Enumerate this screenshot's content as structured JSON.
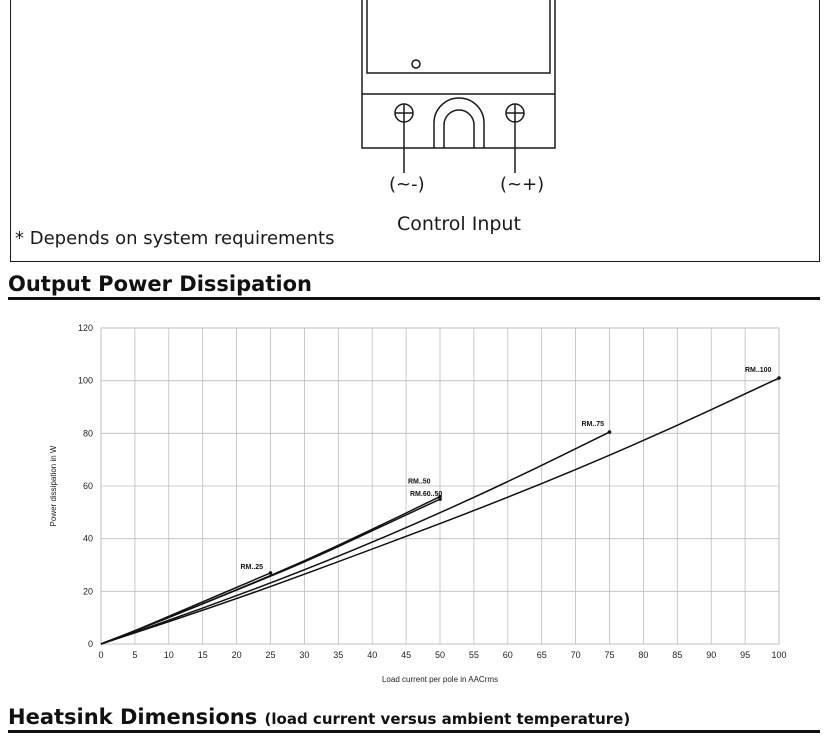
{
  "top_figure": {
    "terminal_left_label": "(~-)",
    "terminal_right_label": "(~+)",
    "control_input_label": "Control Input",
    "footnote": "* Depends on system requirements"
  },
  "sections": {
    "output_power_title": "Output Power Dissipation",
    "heatsink_title": "Heatsink Dimensions",
    "heatsink_subtitle": "(load current versus ambient temperature)"
  },
  "chart_data": {
    "type": "line",
    "title": "",
    "xlabel": "Load current per pole in AACrms",
    "ylabel": "Power dissipation in W",
    "xlim": [
      0,
      100
    ],
    "ylim": [
      0,
      120
    ],
    "x_ticks": [
      0,
      5,
      10,
      15,
      20,
      25,
      30,
      35,
      40,
      45,
      50,
      55,
      60,
      65,
      70,
      75,
      80,
      85,
      90,
      95,
      100
    ],
    "y_ticks": [
      0,
      20,
      40,
      60,
      80,
      100,
      120
    ],
    "grid": true,
    "legend": "none",
    "series": [
      {
        "name": "RM..25",
        "x": [
          0,
          5,
          10,
          15,
          20,
          25
        ],
        "y": [
          0,
          5,
          10.5,
          16,
          21.5,
          27
        ]
      },
      {
        "name": "RM..50",
        "x": [
          0,
          10,
          20,
          30,
          40,
          50
        ],
        "y": [
          0,
          10,
          20.5,
          31.5,
          43.5,
          56
        ]
      },
      {
        "name": "RM.60..50",
        "x": [
          0,
          10,
          20,
          30,
          40,
          50
        ],
        "y": [
          0,
          10,
          20.5,
          31,
          43,
          55
        ]
      },
      {
        "name": "RM..75",
        "x": [
          0,
          15,
          30,
          45,
          60,
          75
        ],
        "y": [
          0,
          13.5,
          28,
          44,
          61.5,
          80.5
        ]
      },
      {
        "name": "RM..100",
        "x": [
          0,
          20,
          40,
          60,
          80,
          100
        ],
        "y": [
          0,
          17,
          36,
          55.5,
          77,
          101
        ]
      }
    ]
  }
}
